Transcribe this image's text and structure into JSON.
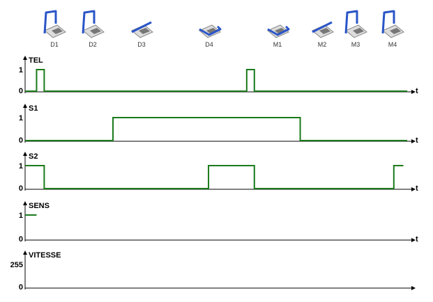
{
  "positions": [
    "D1",
    "D2",
    "D3",
    "D4",
    "M1",
    "M2",
    "M3",
    "M4"
  ],
  "time_label": "t",
  "colors": {
    "signal": "#1a7a1a",
    "axis": "#000000",
    "arm": "#2a55c8",
    "pad": "#e8e040"
  },
  "signals": [
    {
      "name": "TEL",
      "low_label": "0",
      "high_label": "1",
      "show_t": true,
      "segments": [
        [
          0,
          0
        ],
        [
          0.03,
          1
        ],
        [
          0.05,
          0
        ],
        [
          0.58,
          1
        ],
        [
          0.6,
          0
        ]
      ]
    },
    {
      "name": "S1",
      "low_label": "0",
      "high_label": "1",
      "show_t": true,
      "segments": [
        [
          0,
          0
        ],
        [
          0.23,
          1
        ],
        [
          0.72,
          0
        ]
      ]
    },
    {
      "name": "S2",
      "low_label": "0",
      "high_label": "1",
      "show_t": true,
      "segments": [
        [
          0,
          1
        ],
        [
          0.05,
          0
        ],
        [
          0.48,
          1
        ],
        [
          0.6,
          0
        ],
        [
          0.965,
          1
        ]
      ],
      "end": 0.99
    },
    {
      "name": "SENS",
      "low_label": "0",
      "high_label": "1",
      "show_t": true,
      "segments": [
        [
          0,
          1
        ]
      ],
      "end": 0.03
    },
    {
      "name": "VITESSE",
      "low_label": "0",
      "high_label": "255",
      "show_t": false,
      "segments": []
    }
  ]
}
